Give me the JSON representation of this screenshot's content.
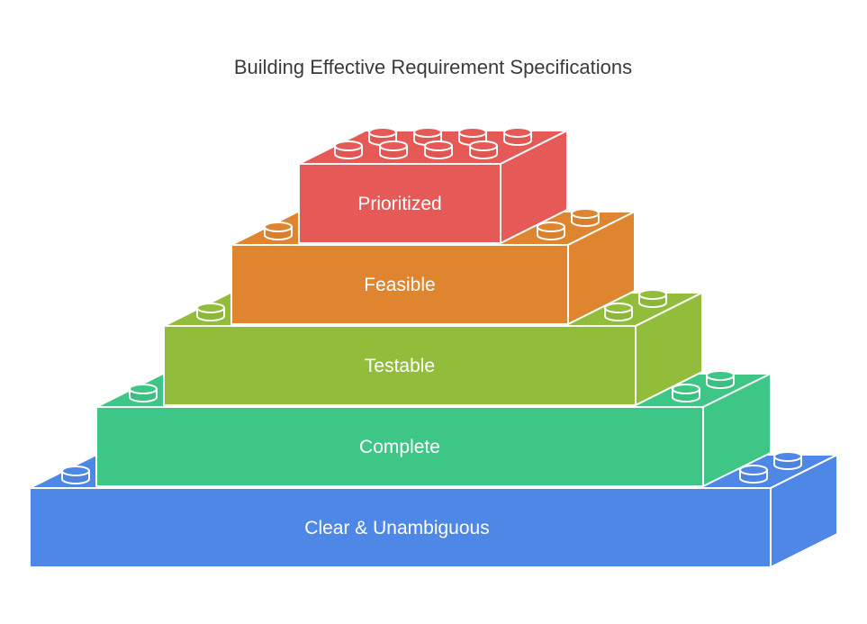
{
  "title": "Building Effective Requirement Specifications",
  "blocks": [
    {
      "label": "Clear & Unambiguous",
      "color": "#4e87e5"
    },
    {
      "label": "Complete",
      "color": "#3ec686"
    },
    {
      "label": "Testable",
      "color": "#91bd3a"
    },
    {
      "label": "Feasible",
      "color": "#df842f"
    },
    {
      "label": "Prioritized",
      "color": "#e55a56"
    }
  ]
}
